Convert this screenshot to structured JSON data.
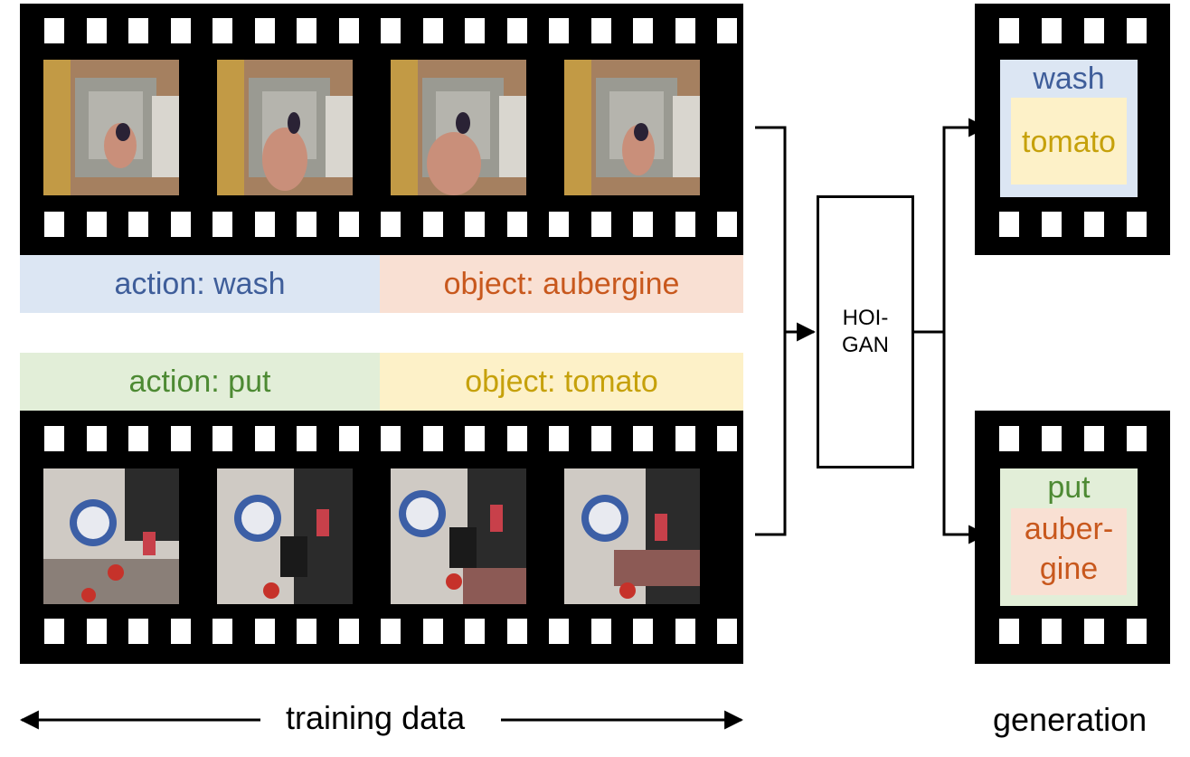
{
  "colors": {
    "action_blue_bg": "#dce6f3",
    "action_blue_text": "#3f5e9a",
    "object_orange_bg": "#f9e0d3",
    "object_orange_text": "#c8581d",
    "action_green_bg": "#e2eed8",
    "action_green_text": "#4d8a33",
    "object_yellow_bg": "#fdf1c8",
    "object_yellow_text": "#c6a10b"
  },
  "top_strip": {
    "action_label": "action: wash",
    "object_label": "object: aubergine"
  },
  "bottom_strip": {
    "action_label": "action: put",
    "object_label": "object: tomato"
  },
  "model": {
    "line1": "HOI-",
    "line2": "GAN"
  },
  "generation": {
    "top": {
      "action": "wash",
      "object": "tomato"
    },
    "bottom": {
      "action": "put",
      "object_line1": "auber-",
      "object_line2": "gine"
    }
  },
  "footer": {
    "training_label": "training data",
    "generation_label": "generation"
  }
}
